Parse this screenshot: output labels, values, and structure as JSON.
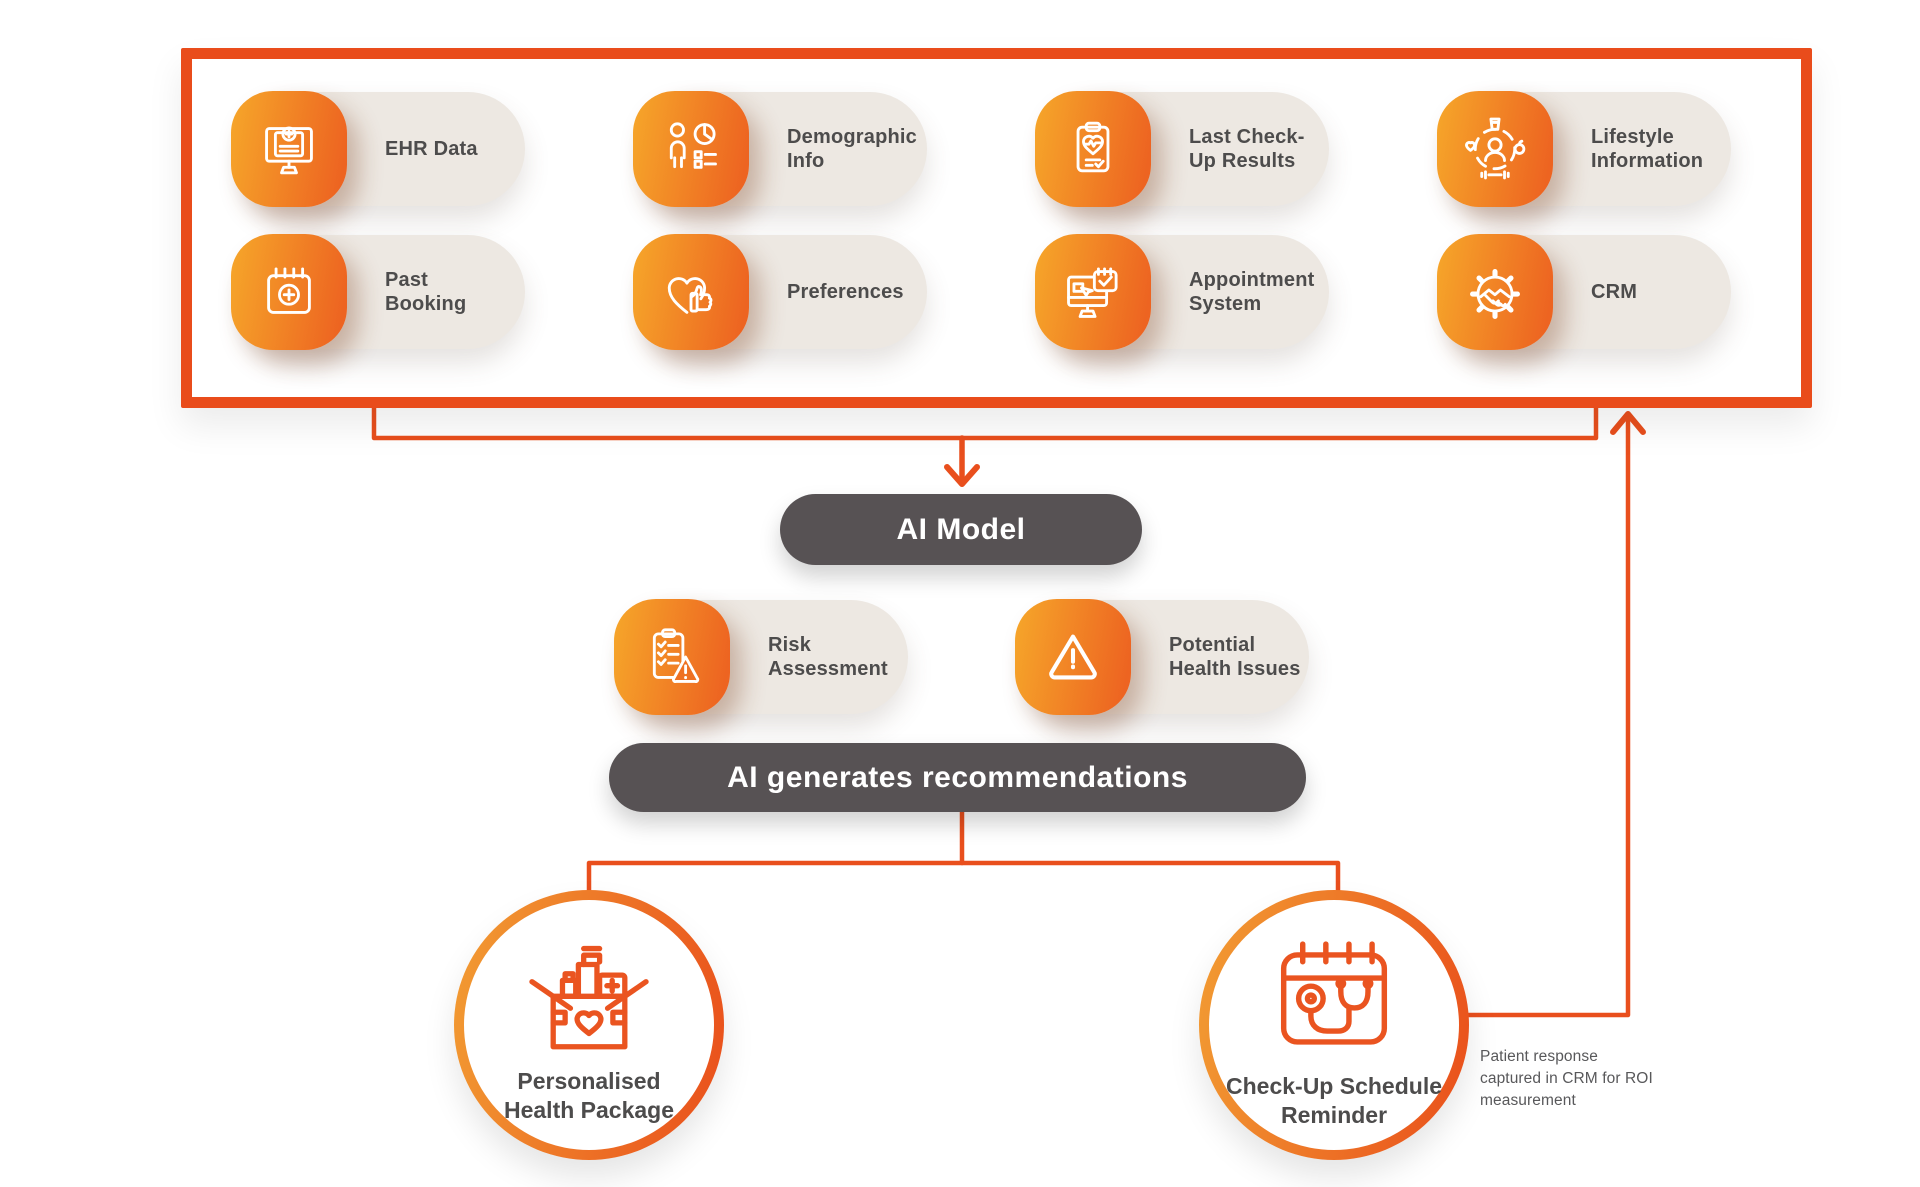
{
  "colors": {
    "accent_orange": "#E94C1B",
    "icon_gradient_start": "#F6A72A",
    "icon_gradient_end": "#ED6421",
    "pill_background": "#EDE8E2",
    "dark_pill": "#575254",
    "label_text": "#4D4C4C",
    "note_text": "#58585A"
  },
  "sources": {
    "items": [
      {
        "label": "EHR Data",
        "icon": "ehr-monitor-icon"
      },
      {
        "label": "Demographic Info",
        "icon": "demographic-person-pie-icon"
      },
      {
        "label": "Last Check-Up Results",
        "icon": "checkup-results-clipboard-icon"
      },
      {
        "label": "Lifestyle Information",
        "icon": "lifestyle-circle-icon"
      },
      {
        "label": "Past Booking",
        "icon": "past-booking-calendar-icon"
      },
      {
        "label": "Preferences",
        "icon": "preferences-heart-thumb-icon"
      },
      {
        "label": "Appointment System",
        "icon": "appointment-monitor-calendar-icon"
      },
      {
        "label": "CRM",
        "icon": "crm-gear-handshake-icon"
      }
    ]
  },
  "ai_model": {
    "label": "AI Model"
  },
  "outputs": {
    "items": [
      {
        "label": "Risk Assessment",
        "icon": "risk-assessment-clipboard-warning-icon"
      },
      {
        "label": "Potential Health Issues",
        "icon": "warning-triangle-icon"
      }
    ]
  },
  "recommendation": {
    "label": "AI generates recommendations"
  },
  "results": {
    "items": [
      {
        "label": "Personalised Health Package",
        "icon": "health-package-box-icon"
      },
      {
        "label": "Check-Up Schedule Reminder",
        "icon": "calendar-stethoscope-icon"
      }
    ]
  },
  "note": {
    "text": "Patient response captured in CRM for ROI measurement"
  }
}
